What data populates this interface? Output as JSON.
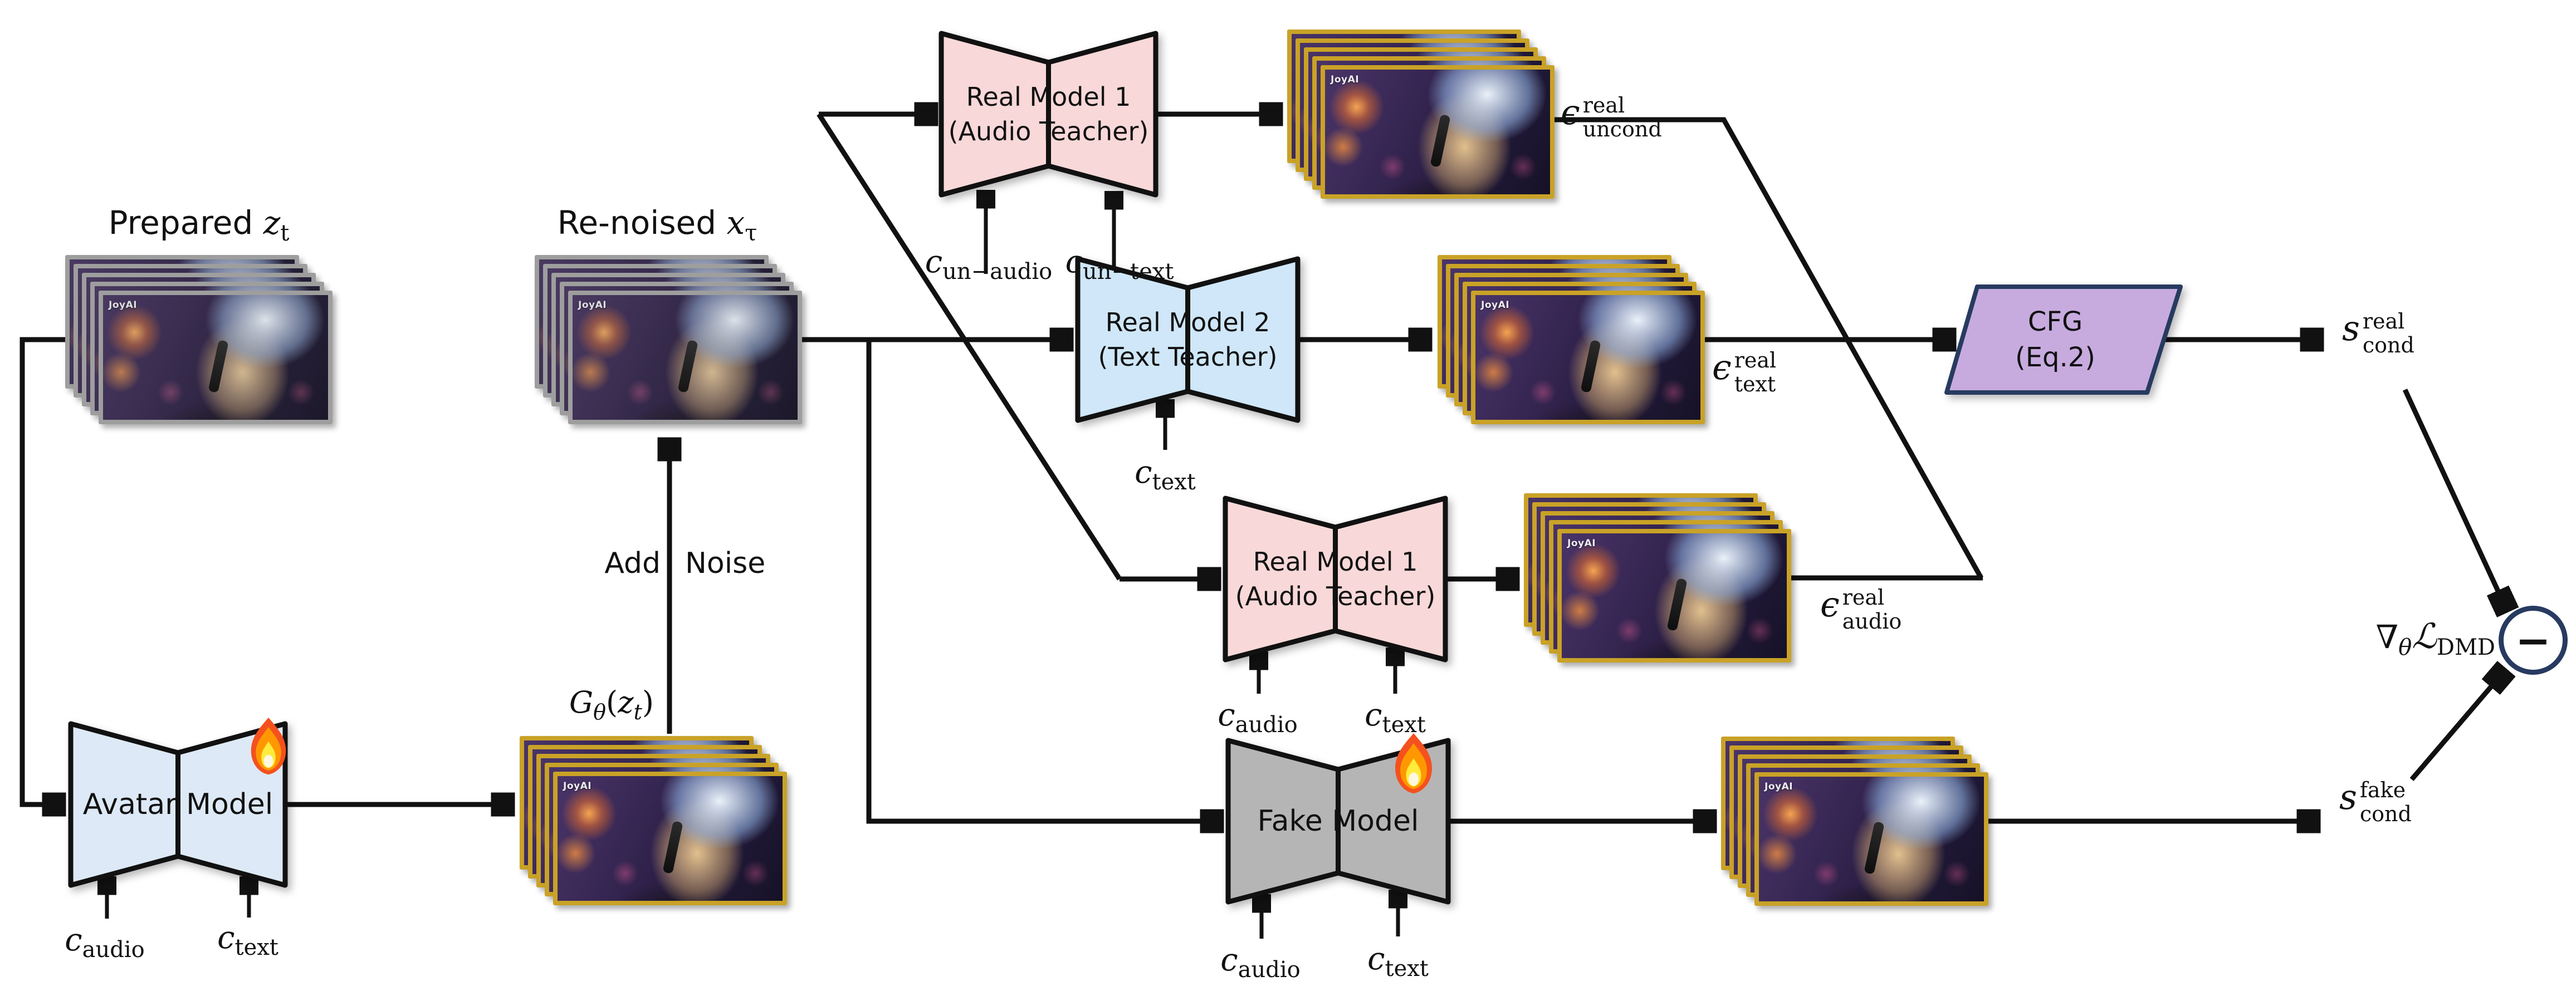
{
  "colors": {
    "pink": "#f8d8d8",
    "light_blue": "#cfe7f8",
    "pale_blue": "#dde9f6",
    "gray": "#b5b5b5",
    "purple": "#c7abdf",
    "navy": "#273a60",
    "gold": "#c9a227",
    "stack_gray": "#a6a6a6",
    "line": "#111111"
  },
  "titles": {
    "prepared_prefix": "Prepared",
    "renoised_prefix": "Re-noised",
    "add_left": "Add",
    "add_right": "Noise",
    "watermark": "JoyAI"
  },
  "math": {
    "zt": {
      "base": "z",
      "sub": "t"
    },
    "xtau": {
      "base": "x",
      "sub": "τ"
    },
    "g": {
      "fn": "G",
      "fnsub": "θ",
      "open": "(",
      "arg": "z",
      "argsub": "t",
      "close": ")"
    },
    "c_un_audio": {
      "base": "c",
      "sub": "un−audio"
    },
    "c_un_text": {
      "base": "c",
      "sub": "un−text"
    },
    "c_text": {
      "base": "c",
      "sub": "text"
    },
    "c_audio": {
      "base": "c",
      "sub": "audio"
    },
    "eps_uncond": {
      "base": "ϵ",
      "sup": "real",
      "sub": "uncond"
    },
    "eps_text": {
      "base": "ϵ",
      "sup": "real",
      "sub": "text"
    },
    "eps_audio": {
      "base": "ϵ",
      "sup": "real",
      "sub": "audio"
    },
    "s_real": {
      "base": "s",
      "sup": "real",
      "sub": "cond"
    },
    "s_fake": {
      "base": "s",
      "sup": "fake",
      "sub": "cond"
    },
    "grad": {
      "nabla": "∇",
      "nsub": "θ",
      "loss": "ℒ",
      "losssub": "DMD"
    },
    "minus": "−"
  },
  "blocks": {
    "avatar": {
      "label": "Avatar Model"
    },
    "real1_top": {
      "line1": "Real Model 1",
      "line2": "(Audio Teacher)"
    },
    "real2": {
      "line1": "Real Model 2",
      "line2": "(Text Teacher)"
    },
    "real1_mid": {
      "line1": "Real Model 1",
      "line2": "(Audio Teacher)"
    },
    "fake": {
      "label": "Fake Model"
    },
    "cfg": {
      "line1": "CFG",
      "line2": "(Eq.2)"
    }
  }
}
